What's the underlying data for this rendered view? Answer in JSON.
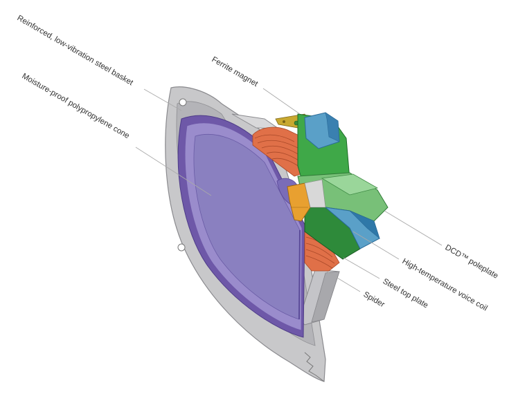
{
  "diagram": {
    "labels": {
      "basket": "Reinforced, low-vibration steel basket",
      "cone": "Moisture-proof polypropylene cone",
      "magnet": "Ferrite magnet",
      "poleplate": "DCD™ poleplate",
      "voice_coil": "High-temperature voice coil",
      "top_plate": "Steel top plate",
      "spider": "Spider"
    },
    "colors": {
      "basket": "#c8c8ca",
      "cone": "#8a80c0",
      "surround": "#6e58a8",
      "magnet": "#5aa0c8",
      "plate": "#3fa848",
      "voice_coil": "#e8a030",
      "spider": "#e07048",
      "poleplate": "#78c078"
    }
  }
}
